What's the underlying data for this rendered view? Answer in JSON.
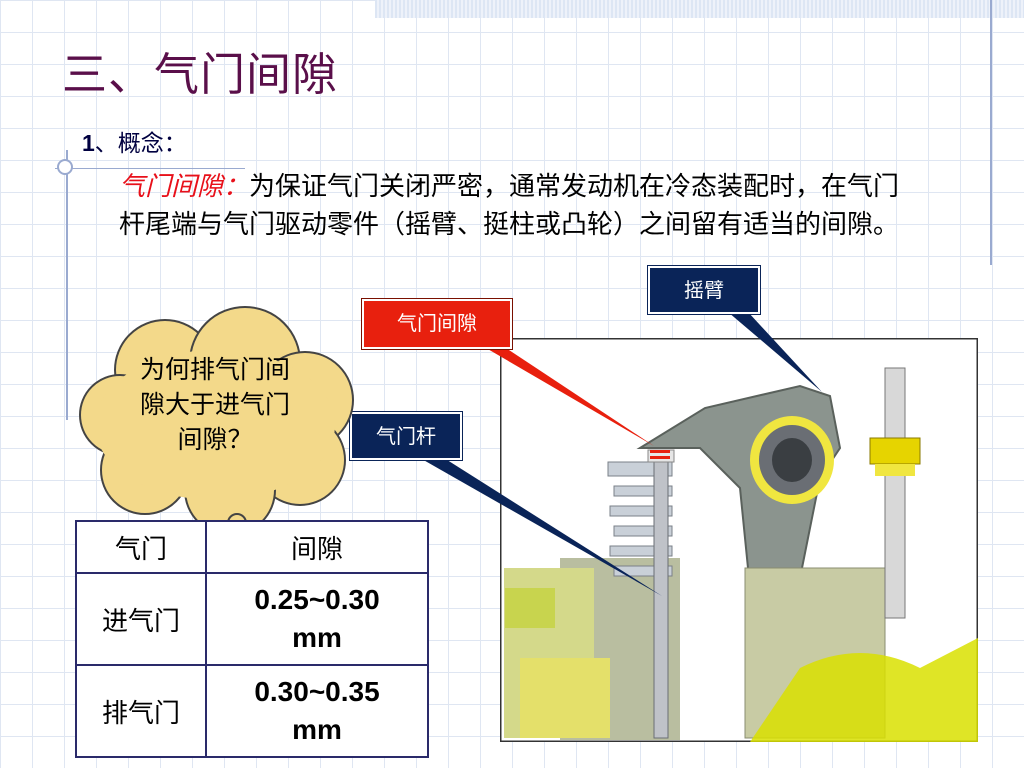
{
  "slide": {
    "title": "三、气门间隙",
    "section_number": "1",
    "section_label": "、概念：",
    "definition_term": "气门间隙",
    "definition_colon": "：",
    "definition_text": "为保证气门关闭严密，通常发动机在冷态装配时，在气门杆尾端与气门驱动零件（摇臂、挺柱或凸轮）之间留有适当的间隙。"
  },
  "callouts": {
    "rocker_arm": "摇臂",
    "valve_clearance": "气门间隙",
    "valve_stem": "气门杆"
  },
  "cloud": {
    "question": "为何排气门间隙大于进气门间隙？"
  },
  "table": {
    "headers": [
      "气门",
      "间隙"
    ],
    "rows": [
      {
        "valve": "进气门",
        "clearance_line1": "0.25~0.30",
        "clearance_line2": "mm"
      },
      {
        "valve": "排气门",
        "clearance_line1": "0.30~0.35",
        "clearance_line2": "mm"
      }
    ]
  },
  "colors": {
    "title": "#5a0f4a",
    "term": "#e8101a",
    "callout_blue": "#0a2458",
    "callout_red": "#e8200e",
    "cloud_fill": "#f3d98a"
  }
}
